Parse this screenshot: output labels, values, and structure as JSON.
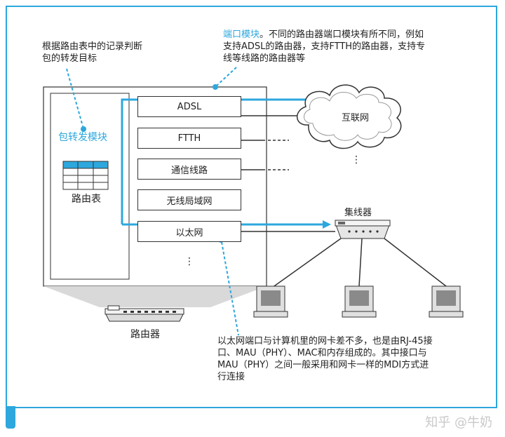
{
  "labels": {
    "forward_note_line1": "根据路由表中的记录判断",
    "forward_note_line2": "包的转发目标",
    "port_note_title": "端口模块",
    "port_note_line1_rest": "。不同的路由器端口模块有所不同，例如",
    "port_note_line2": "支持ADSL的路由器，支持FTTH的路由器，支持专",
    "port_note_line3": "线等线路的路由器等",
    "forwarding_module": "包转发模块",
    "routing_table": "路由表",
    "router": "路由器",
    "internet": "互联网",
    "hub": "集线器",
    "vertical_dots": "⋮",
    "ethernet_note_line1": "以太网端口与计算机里的网卡差不多，也是由RJ-45接",
    "ethernet_note_line2": "口、MAU（PHY）、MAC和内存组成的。其中接口与",
    "ethernet_note_line3": "MAU（PHY）之间一般采用和网卡一样的MDI方式进",
    "ethernet_note_line4": "行连接",
    "watermark": "知乎 @牛奶"
  },
  "ports": [
    {
      "label": "ADSL"
    },
    {
      "label": "FTTH"
    },
    {
      "label": "通信线路"
    },
    {
      "label": "无线局域网"
    },
    {
      "label": "以太网"
    }
  ],
  "colors": {
    "accent": "#2da7dd",
    "line": "#333333"
  },
  "icons": [
    "cloud-icon",
    "hub-icon",
    "computer-icon",
    "router-device-icon"
  ]
}
